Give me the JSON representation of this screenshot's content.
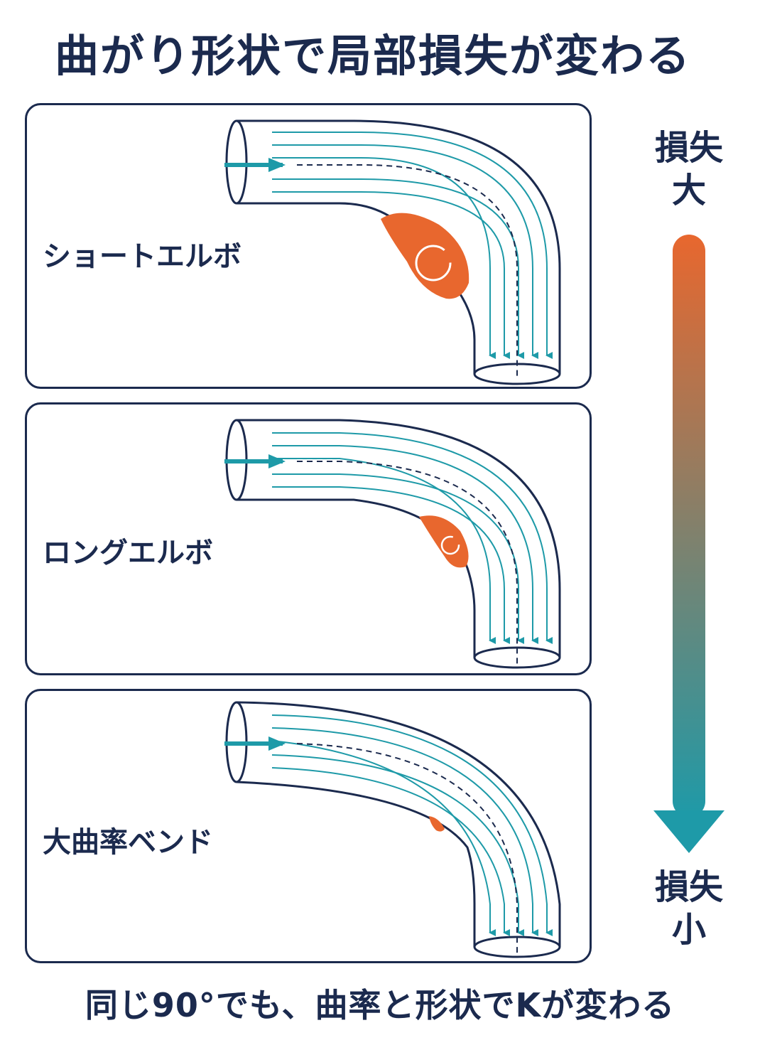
{
  "title": "曲がり形状で局部損失が変わる",
  "panels": [
    {
      "label": "ショートエルボ",
      "vortex": "large"
    },
    {
      "label": "ロングエルボ",
      "vortex": "medium"
    },
    {
      "label": "大曲率ベンド",
      "vortex": "small"
    }
  ],
  "side": {
    "top_label": "損失\n大",
    "bottom_label": "損失\n小",
    "gradient_colors": [
      "#e8672e",
      "#1e9aa8"
    ]
  },
  "caption": "同じ90°でも、曲率と形状でKが変わる",
  "colors": {
    "navy": "#1b2a4e",
    "teal": "#1e9aa8",
    "orange": "#e8672e"
  }
}
